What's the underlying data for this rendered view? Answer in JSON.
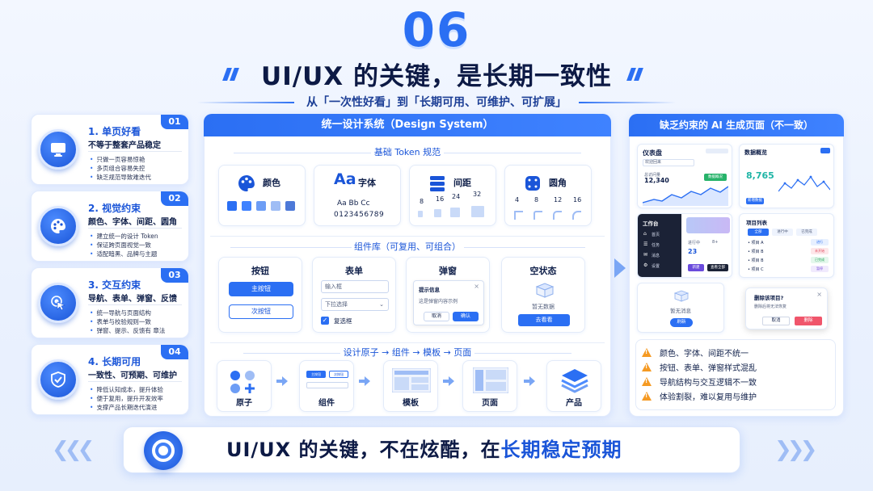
{
  "header": {
    "number": "06",
    "title": "UI/UX 的关键，是长期一致性",
    "subtitle": "从「一次性好看」到「长期可用、可维护、可扩展」"
  },
  "left_cards": [
    {
      "badge": "01",
      "icon": "monitor-icon",
      "title": "1. 单页好看",
      "subtitle": "不等于整套产品稳定",
      "bullets": [
        "只做一页容易惊艳",
        "多页组合容易失控",
        "缺乏规范导致难迭代"
      ]
    },
    {
      "badge": "02",
      "icon": "palette-icon",
      "title": "2. 视觉约束",
      "subtitle": "颜色、字体、间距、圆角",
      "bullets": [
        "建立统一的设计 Token",
        "保证跨页面视觉一致",
        "适配暗黑、品牌与主题"
      ]
    },
    {
      "badge": "03",
      "icon": "cursor-click-icon",
      "title": "3. 交互约束",
      "subtitle": "导航、表单、弹窗、反馈",
      "bullets": [
        "统一导航与页面结构",
        "表单与校验规则一致",
        "弹窗、提示、反馈有 章法"
      ]
    },
    {
      "badge": "04",
      "icon": "shield-check-icon",
      "title": "4. 长期可用",
      "subtitle": "一致性、可预期、可维护",
      "bullets": [
        "降低认知成本，提升体验",
        "便于复用，提升开发效率",
        "支撑产品长期迭代演进"
      ]
    }
  ],
  "design_system": {
    "title": "统一设计系统（Design System）",
    "tokens_title": "基础 Token 规范",
    "tokens": {
      "color": {
        "label": "颜色",
        "swatches": [
          "#2b6ff3",
          "#3f82ff",
          "#6d9df5",
          "#9fbdf5",
          "#4d79d8"
        ]
      },
      "font": {
        "label": "字体",
        "sample": "Aa",
        "line1": "Aa  Bb  Cc",
        "line2": "0123456789"
      },
      "spacing": {
        "label": "间距",
        "values": [
          "8",
          "16",
          "24",
          "32"
        ]
      },
      "radius": {
        "label": "圆角",
        "values": [
          "4",
          "8",
          "12",
          "16"
        ]
      }
    },
    "components_title": "组件库（可复用、可组合）",
    "components": {
      "button": {
        "label": "按钮",
        "primary": "主按钮",
        "secondary": "次按钮"
      },
      "form": {
        "label": "表单",
        "input": "输入框",
        "select": "下拉选择",
        "checkbox": "复选框"
      },
      "modal": {
        "label": "弹窗",
        "title": "提示信息",
        "body": "这是弹窗内容示例",
        "cancel": "取消",
        "confirm": "确认"
      },
      "empty": {
        "label": "空状态",
        "text": "暂无数据",
        "action": "去看看"
      }
    },
    "pipeline_title": "设计原子 → 组件 → 模板 → 页面",
    "pipeline": [
      "原子",
      "组件",
      "模板",
      "页面",
      "产品"
    ],
    "pipeline_mini": {
      "b1": "主按钮",
      "b2": "次按钮"
    }
  },
  "ai_pages": {
    "title": "缺乏约束的 AI 生成页面（不一致）",
    "dashboard": {
      "title": "仪表盘",
      "welcome": "欢迎回来",
      "metric_label": "总访问量",
      "metric": "12,340",
      "tag": "数据概况"
    },
    "overview": {
      "title": "数据概览",
      "metric": "8,765",
      "button": "新增数据"
    },
    "workbench": {
      "title": "工作台",
      "items": [
        "首页",
        "任务",
        "消息",
        "设置"
      ],
      "card_label": "进行中",
      "card_value": "23",
      "card_sub": "8+",
      "btn1": "新建",
      "btn2": "查看全部"
    },
    "project_list": {
      "title": "项目列表",
      "tabs": [
        "全部",
        "进行中",
        "已完成"
      ],
      "rows": [
        {
          "name": "项目 A",
          "tag": "进行"
        },
        {
          "name": "项目 B",
          "tag": "未开始"
        },
        {
          "name": "项目 B",
          "tag": "已完成"
        },
        {
          "name": "项目 C",
          "tag": "暂停"
        }
      ]
    },
    "empty": {
      "text": "暂无消息",
      "button": "刷新"
    },
    "dialog": {
      "title": "删除该项目?",
      "body": "删除后将无法恢复",
      "cancel": "取消",
      "confirm": "删除"
    },
    "warnings": [
      "颜色、字体、间距不统一",
      "按钮、表单、弹窗样式混乱",
      "导航结构与交互逻辑不一致",
      "体验割裂，难以复用与维护"
    ]
  },
  "bottom": {
    "prefix": "UI/UX 的关键，不在炫酷，在",
    "highlight": "长期稳定预期"
  },
  "colors": {
    "accent": "#2b6ff3",
    "dark": "#0d1a45",
    "warning": "#f59a23",
    "danger": "#f0556b"
  }
}
